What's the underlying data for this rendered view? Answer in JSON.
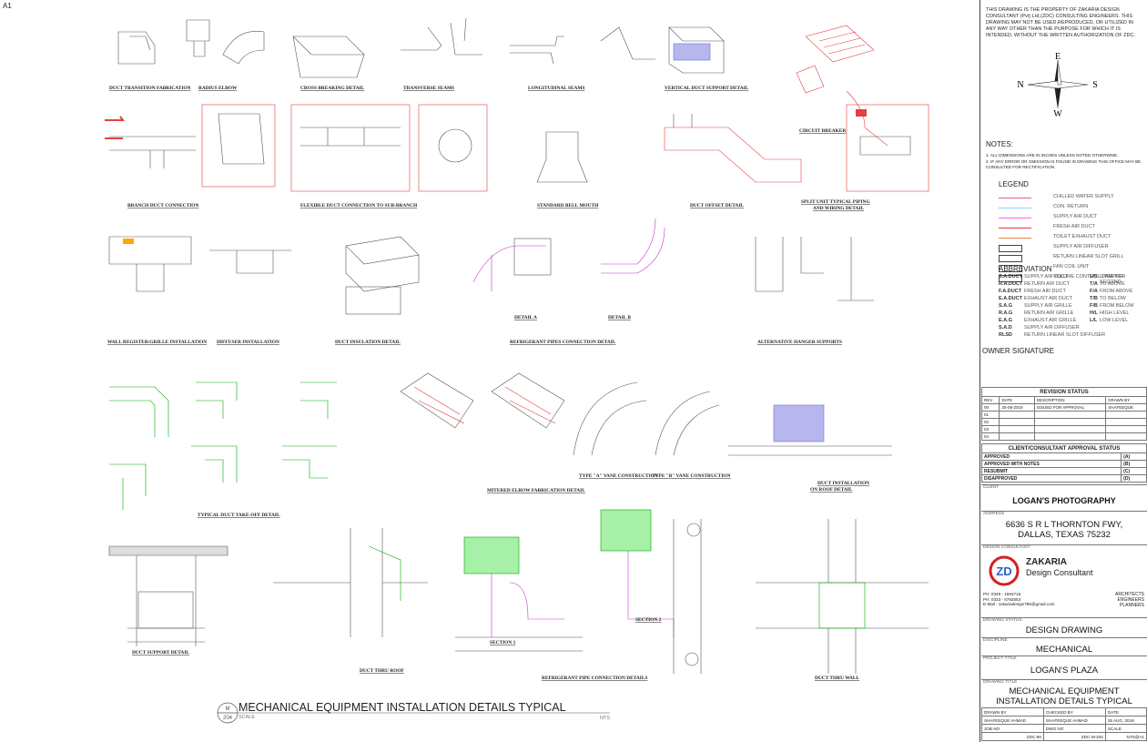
{
  "sheet_id": "A1",
  "disclaimer": "THIS DRAWING IS THE PROPERTY OF ZAKARIA DESIGN CONSULTANT (Pvt) Ltd.(ZDC) CONSULTING ENGINEERS. THIS DRAWING MAY NOT BE USED,REPRODUCED, OR UTILIZED IN ANY WAY OTHER THAN THE PURPOSE FOR WHICH IT IS INTENDED, WITHOUT THE WRITTEN AUTHORIZATION OF ZDC.",
  "compass": {
    "n": "N",
    "s": "S",
    "e": "E",
    "w": "W"
  },
  "notes": {
    "heading": "NOTES:",
    "items": [
      "1.  ALL DIMENSIONS ARE IN INCHES UNLESS NOTED OTHERWISE.",
      "2.  IF ANY ERROR OR OMISSION IS FOUND IN DRAWING THIS OFFICE MAY BE CONSULTED FOR RECTIFICATION."
    ]
  },
  "legend": {
    "heading": "LEGEND",
    "items": [
      {
        "label": "CHILLED WATER SUPPLY",
        "color": "#e85a9a"
      },
      {
        "label": "CON. RETURN",
        "color": "#8fd0ff"
      },
      {
        "label": "SUPPLY AIR DUCT",
        "color": "#ff66cc"
      },
      {
        "label": "FRESH AIR DUCT",
        "color": "#e34040"
      },
      {
        "label": "TOILET EXHAUST DUCT",
        "color": "#f08040"
      },
      {
        "label": "SUPPLY AIR DIFFUSER",
        "color": "#444444"
      },
      {
        "label": "RETURN LINEAR SLOT GRILL",
        "color": "#444444"
      },
      {
        "label": "FAN COIL UNIT",
        "color": "#444444"
      },
      {
        "label": "VOLUME CONTROL DAMPER",
        "color": "#444444"
      }
    ]
  },
  "abbreviation": {
    "heading": "ABBREVIATION",
    "left": [
      {
        "k": "S.A.DUCT",
        "v": "SUPPLY AIR DUCT"
      },
      {
        "k": "R.A.DUCT",
        "v": "RETURN AIR DUCT"
      },
      {
        "k": "F.A.DUCT",
        "v": "FRESH AIR DUCT"
      },
      {
        "k": "E.A.DUCT",
        "v": "EXHAUST AIR DUCT"
      },
      {
        "k": "S.A.G",
        "v": "SUPPLY AIR GRILLE"
      },
      {
        "k": "R.A.G",
        "v": "RETURN AIR GRILLE"
      },
      {
        "k": "E.A.G",
        "v": "EXHAUST AIR GRILLE"
      },
      {
        "k": "S.A.D",
        "v": "SUPPLY AIR DIFFUSER"
      },
      {
        "k": "RLSD",
        "v": "RETURN LINEAR SLOT DIFFUSER"
      }
    ],
    "right": [
      {
        "k": "L/S",
        "v": "LITRE PER SECOND"
      },
      {
        "k": "T/A",
        "v": "TO ABOVE"
      },
      {
        "k": "F/A",
        "v": "FROM ABOVE"
      },
      {
        "k": "T/B",
        "v": "TO BELOW"
      },
      {
        "k": "F/B",
        "v": "FROM BELOW"
      },
      {
        "k": "H/L",
        "v": "HIGH LEVEL"
      },
      {
        "k": "L/L",
        "v": "LOW LEVEL"
      }
    ]
  },
  "owner_signature": "OWNER SIGNATURE",
  "revision": {
    "title": "REVISION STATUS",
    "cols": [
      "REV",
      "DATE",
      "DESCRIPTION",
      "DRAWN BY"
    ],
    "rows": [
      [
        "00",
        "25-08-2019",
        "ISSUED FOR APPROVAL",
        "SHAFEEQUE"
      ],
      [
        "01",
        "",
        "",
        ""
      ],
      [
        "02",
        "",
        "",
        ""
      ],
      [
        "03",
        "",
        "",
        ""
      ],
      [
        "04",
        "",
        "",
        ""
      ]
    ]
  },
  "approval": {
    "title": "CLIENT/CONSULTANT APPROVAL STATUS",
    "rows": [
      [
        "APPROVED",
        "(A)"
      ],
      [
        "APPROVED WITH NOTES",
        "(B)"
      ],
      [
        "RESUBMIT",
        "(C)"
      ],
      [
        "DISAPPROVED",
        "(D)"
      ]
    ]
  },
  "client": {
    "caption": "CLIENT",
    "name": "LOGAN'S PHOTOGRAPHY"
  },
  "address": {
    "caption": "ADDRESS",
    "line1": "6636 S R L THORNTON FWY,",
    "line2": "DALLAS, TEXAS 75232"
  },
  "consultant": {
    "caption": "DESIGN CONSULTANT",
    "logo_letters": "ZD",
    "name1": "ZAKARIA",
    "name2": "Design Consultant",
    "ph1": "PH: 0349 - 1594715",
    "ph2": "PH: 0333 - 6792553",
    "email": "E-Mail :  zakariadesign786@gmail.com",
    "roles": [
      "ARCHITECTS",
      "ENGINEERS",
      "PLANNERS"
    ]
  },
  "drawing_status": {
    "caption": "DRAWING STATUS",
    "value": "DESIGN DRAWING"
  },
  "discipline": {
    "caption": "DISCIPLINE",
    "value": "MECHANICAL"
  },
  "project": {
    "caption": "PROJECT TITLE",
    "value": "LOGAN'S PLAZA"
  },
  "drawing_title": {
    "caption": "DRAWING TITLE",
    "line1": "MECHANICAL EQUIPMENT",
    "line2": "INSTALLATION DETAILS TYPICAL"
  },
  "footer": {
    "drawn_by_cap": "DRAWN BY",
    "drawn_by": "SHAFEEQUE AHMAD",
    "checked_by_cap": "CHECKED BY",
    "checked_by": "SHAFEEQUE AHMAD",
    "date_cap": "DATE",
    "date": "25 AUG, 2019",
    "job_cap": "JOB NO",
    "job": "ZDC-96",
    "dwg_cap": "DWG NO",
    "dwg": "ZDC-M-204",
    "scale_cap": "SCALE",
    "scale": "NTS@A1"
  },
  "main_title": {
    "code_top": "M",
    "code_bottom": "204",
    "text": "MECHANICAL EQUIPMENT INSTALLATION DETAILS TYPICAL",
    "scale": "SCALE",
    "nts": "NTS"
  },
  "details": {
    "d1": "DUCT TRANSITION FABRICATION",
    "d2": "RADIUS ELBOW",
    "d3": "CROSS BREAKING DETAIL",
    "d4": "TRANSVERSE SEAMS",
    "d5": "LONGITUDINAL SEAMS",
    "d6": "VERTICAL DUCT SUPPORT DETAIL",
    "d7": "CIRCUIT BREAKER",
    "d8": "BRANCH DUCT CONNECTION",
    "d9": "FLEXIBLE DUCT CONNECTION TO SUB-BRANCH",
    "d10": "STANDARD BELL MOUTH",
    "d11": "DUCT OFFSET DETAIL",
    "d12": "SPLIT UNIT TYPICAL PIPING",
    "d12b": "AND WIRING DETAIL",
    "d13": "WALL REGISTER/GRILLE INSTALLATION",
    "d14": "DIFFUSER INSTALLATION",
    "d15": "DUCT INSULATION DETAIL",
    "d16": "REFRIGERANT PIPES CONNECTION DETAIL",
    "d17": "ALTERNATIVE HANGER SUPPORTS",
    "d18": "TYPICAL DUCT TAKE-OFF DETAIL",
    "d19": "MITERED ELBOW FABRICATION DETAIL",
    "d20": "DUCT INSTALLATION",
    "d20b": "ON ROOF DETAIL",
    "d21": "DUCT SUPPORT DETAIL",
    "d22": "DUCT THRU ROOF",
    "d23": "REFRIGERANT PIPE CONNECTION DETAILS",
    "d24": "DUCT THRU WALL",
    "s1": "SECTION 1",
    "s2": "SECTION 2",
    "da": "DETAIL A",
    "db": "DETAIL B",
    "ta": "TYPE \"A\" VANE CONSTRUCTION",
    "tb": "TYPE \"B\" VANE CONSTRUCTION"
  }
}
